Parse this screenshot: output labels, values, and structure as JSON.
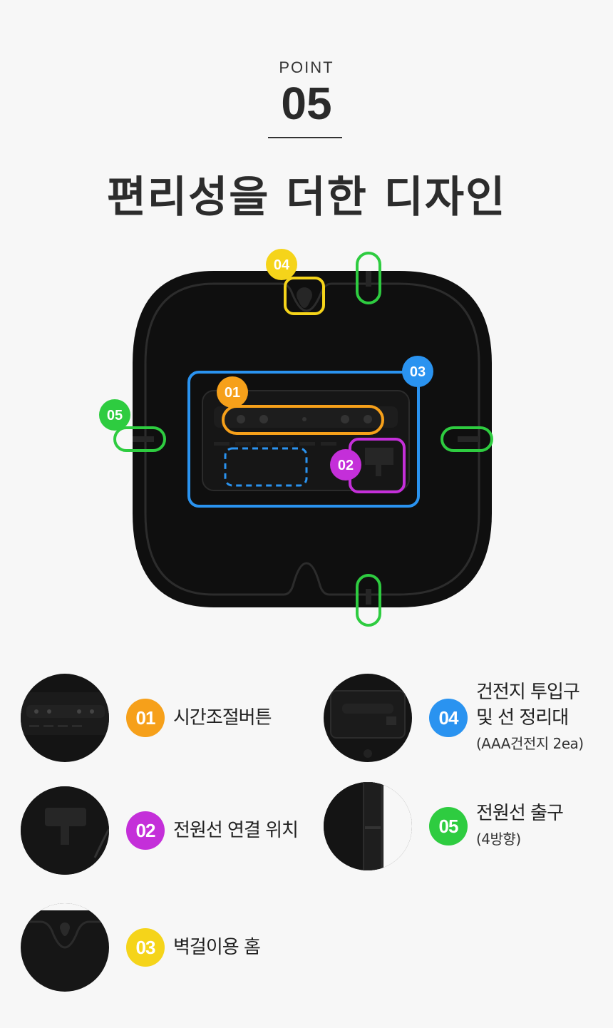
{
  "header": {
    "point_label": "POINT",
    "point_number": "05",
    "headline": "편리성을 더한 디자인"
  },
  "callouts": {
    "c01": "01",
    "c02": "02",
    "c03": "03",
    "c04": "04",
    "c05": "05"
  },
  "colors": {
    "orange": "#f6a01a",
    "purple": "#c42fd9",
    "blue": "#2a93f0",
    "yellow": "#f5d41a",
    "green": "#2ecc40"
  },
  "features": [
    {
      "num": "01",
      "label": "시간조절버튼",
      "sub": "",
      "color": "#f6a01a"
    },
    {
      "num": "02",
      "label": "전원선 연결 위치",
      "sub": "",
      "color": "#c42fd9"
    },
    {
      "num": "03",
      "label": "벽걸이용 홈",
      "sub": "",
      "color": "#f5d41a"
    },
    {
      "num": "04",
      "label_line1": "건전지 투입구",
      "label_line2": "및 선 정리대",
      "sub": "(AAA건전지 2ea)",
      "color": "#2a93f0"
    },
    {
      "num": "05",
      "label": "전원선 출구",
      "sub": "(4방향)",
      "color": "#2ecc40"
    }
  ]
}
